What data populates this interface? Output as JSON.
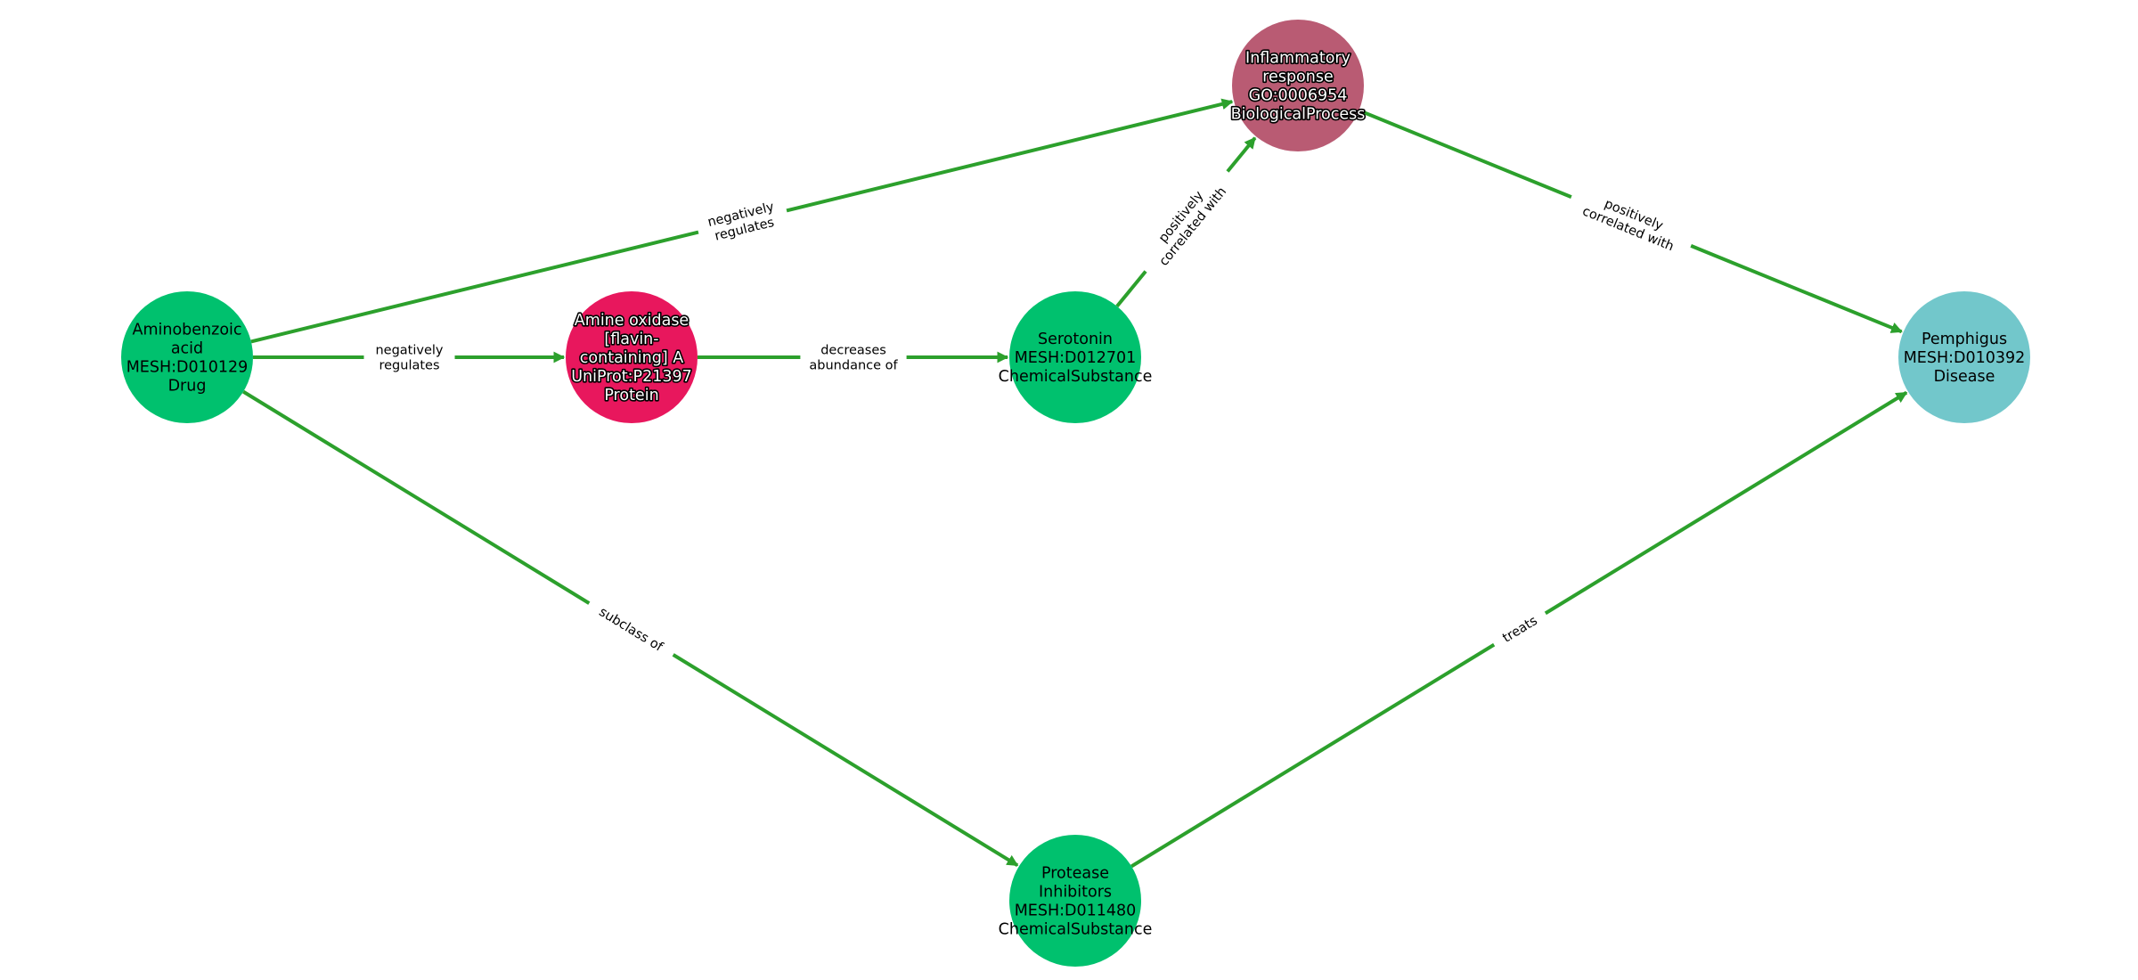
{
  "nodes": [
    {
      "id": "aminobenzoic",
      "lines": [
        "Aminobenzoic",
        "acid",
        "MESH:D010129",
        "Drug"
      ],
      "color": "#00c16e",
      "text_color": "#000000",
      "halo": false
    },
    {
      "id": "amine_oxidase",
      "lines": [
        "Amine oxidase",
        "[flavin-",
        "containing] A",
        "UniProt:P21397",
        "Protein"
      ],
      "color": "#e8175d",
      "text_color": "#ffffff",
      "halo": true
    },
    {
      "id": "serotonin",
      "lines": [
        "Serotonin",
        "MESH:D012701",
        "ChemicalSubstance"
      ],
      "color": "#00c16e",
      "text_color": "#000000",
      "halo": false
    },
    {
      "id": "inflammatory",
      "lines": [
        "Inflammatory",
        "response",
        "GO:0006954",
        "BiologicalProcess"
      ],
      "color": "#b95b73",
      "text_color": "#ffffff",
      "halo": true
    },
    {
      "id": "pemphigus",
      "lines": [
        "Pemphigus",
        "MESH:D010392",
        "Disease"
      ],
      "color": "#72c7cb",
      "text_color": "#000000",
      "halo": false
    },
    {
      "id": "protease",
      "lines": [
        "Protease",
        "Inhibitors",
        "MESH:D011480",
        "ChemicalSubstance"
      ],
      "color": "#00c16e",
      "text_color": "#000000",
      "halo": false
    }
  ],
  "edges": [
    {
      "source": "aminobenzoic",
      "target": "inflammatory",
      "lines": [
        "negatively",
        "regulates"
      ]
    },
    {
      "source": "aminobenzoic",
      "target": "amine_oxidase",
      "lines": [
        "negatively",
        "regulates"
      ]
    },
    {
      "source": "amine_oxidase",
      "target": "serotonin",
      "lines": [
        "decreases",
        "abundance of"
      ]
    },
    {
      "source": "serotonin",
      "target": "inflammatory",
      "lines": [
        "positively",
        "correlated with"
      ]
    },
    {
      "source": "inflammatory",
      "target": "pemphigus",
      "lines": [
        "positively",
        "correlated with"
      ]
    },
    {
      "source": "aminobenzoic",
      "target": "protease",
      "lines": [
        "subclass of"
      ]
    },
    {
      "source": "protease",
      "target": "pemphigus",
      "lines": [
        "treats"
      ]
    }
  ],
  "edge_color": "#2ca02c"
}
